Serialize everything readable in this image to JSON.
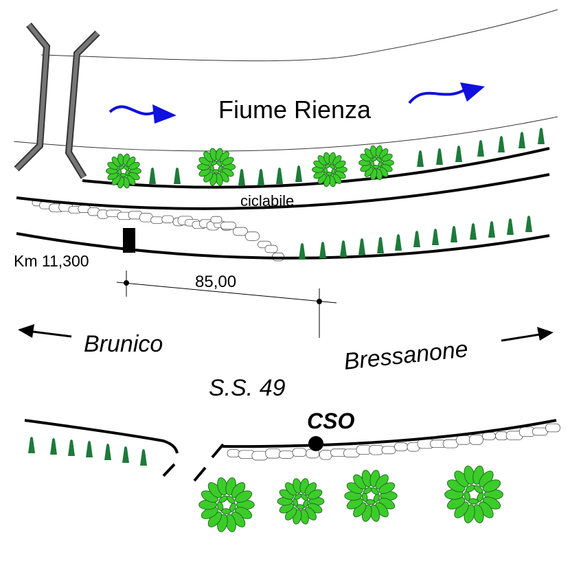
{
  "labels": {
    "river": "Fiume Rienza",
    "bike_path": "ciclabile",
    "km_marker": "Km 11,300",
    "distance": "85,00",
    "direction_left": "Brunico",
    "direction_right": "Bressanone",
    "road": "S.S. 49",
    "cso": "CSO"
  },
  "colors": {
    "river_arrow": "#1010e0",
    "vegetation": "#1e7a3a",
    "tree_fill": "#3ccc2a",
    "tree_dark": "#1f6e22",
    "bridge": "#6b6b6b",
    "lines": "#000000"
  },
  "icons": {
    "flow": "curved-arrow-icon",
    "tree": "shrub-icon",
    "grass": "grass-tuft-icon",
    "stones": "riprap-stone-icon",
    "marker": "km-post-icon",
    "cso": "outfall-point-icon"
  }
}
